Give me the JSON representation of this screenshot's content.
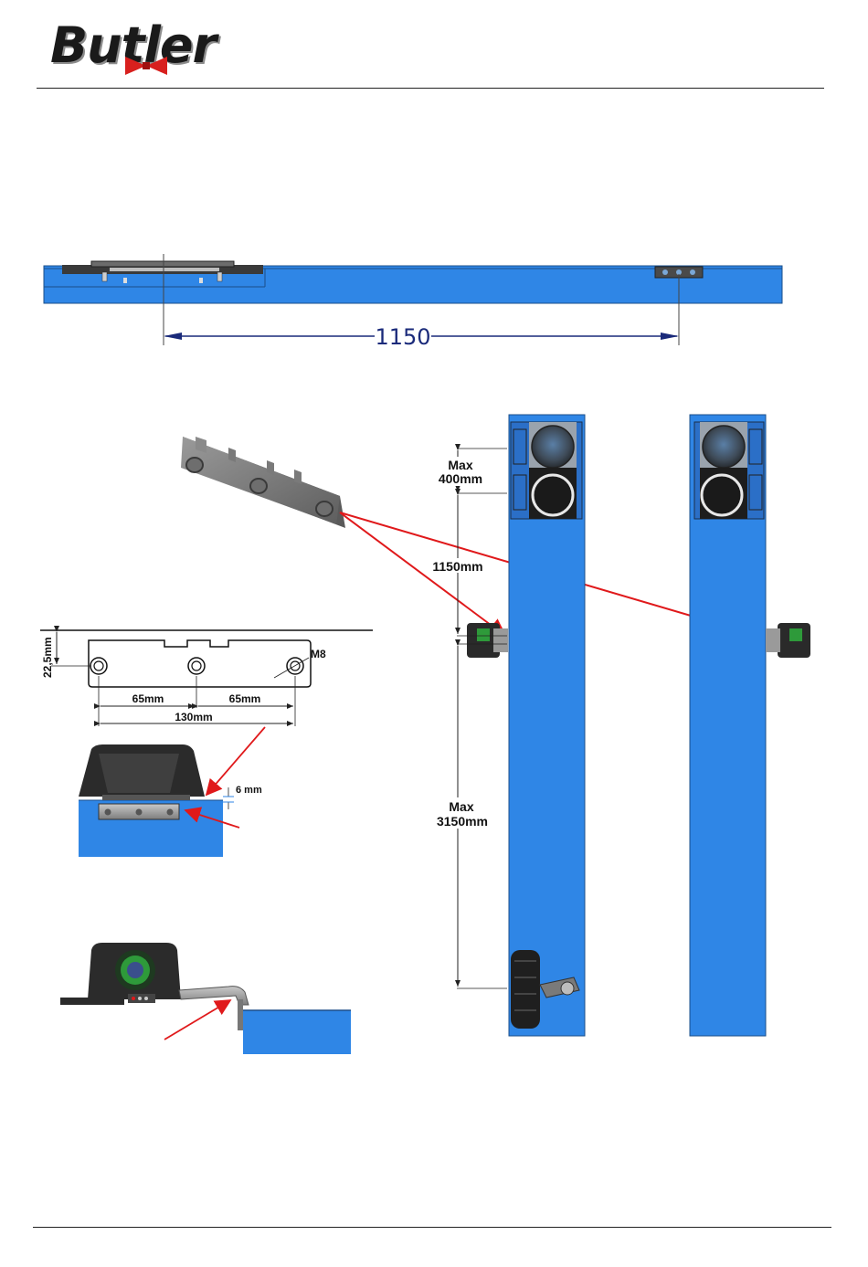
{
  "header": {
    "brand": "Butler"
  },
  "colors": {
    "lift_blue": "#2f86e6",
    "arrow_red": "#e0191b",
    "dimension_blue": "#1a2a7a"
  },
  "top_view": {
    "dimension": "1150"
  },
  "bracket_drawing": {
    "height_label": "22,5mm",
    "thread_label": "M8",
    "spacing_left": "65mm",
    "spacing_right": "65mm",
    "total_spacing": "130mm"
  },
  "side_view": {
    "gap_label": "6 mm"
  },
  "runway": {
    "max_top_line1": "Max",
    "max_top_line2": "400mm",
    "mid_dimension": "1150mm",
    "max_bottom_line1": "Max",
    "max_bottom_line2": "3150mm"
  }
}
